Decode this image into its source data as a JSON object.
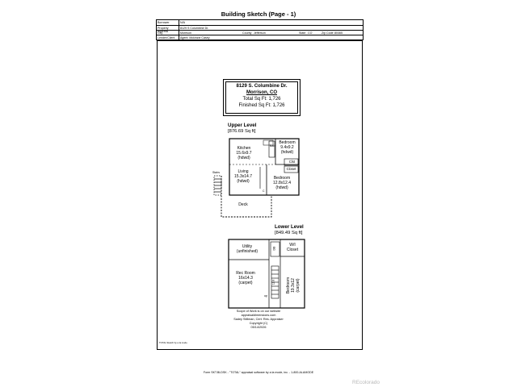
{
  "title": "Building Sketch (Page - 1)",
  "header": {
    "borrower_label": "Borrower",
    "borrower": "N/A",
    "address_label": "Property Address",
    "address": "8129 S Columbine Dr.",
    "city_label": "City",
    "city": "Morrison",
    "county_label": "County",
    "county": "Jefferson",
    "state_label": "State",
    "state": "CO",
    "zip_label": "Zip Code",
    "zip": "80465",
    "lender_label": "Lender/Client",
    "lender": "Agent: Mckinzie Casey"
  },
  "address_box": {
    "street": "8129 S. Columbine Dr.",
    "city": "Morrison, CO",
    "total_sqft": "Total Sq Ft: 1,726",
    "finished_sqft": "Finished Sq Ft: 1,726"
  },
  "upper": {
    "title": "Upper Level",
    "area": "[876.69 Sq ft]",
    "kitchen": [
      "Kitchen",
      "15.6x9.7",
      "(hdwd)"
    ],
    "bedroom1": [
      "Bedroom",
      "9.4x9.2",
      "(hdwd)"
    ],
    "living": [
      "Living",
      "15.3x14.7",
      "(hdwd)"
    ],
    "bedroom2": [
      "Bedroom",
      "12.8x12.4",
      "(hdwd)"
    ],
    "clst": "Clst",
    "closet": "Closet",
    "deck": "Deck",
    "bath_label": "Bath",
    "stairs_label": "Stairs",
    "c_label": "C"
  },
  "lower": {
    "title": "Lower Level",
    "area": "[849.49 Sq ft]",
    "utility": [
      "Utility",
      "(unfinished)"
    ],
    "wi_closet": [
      "W/I",
      "Closet"
    ],
    "rec_room": [
      "Rec Room",
      "16x14.3",
      "(carpet)"
    ],
    "bedroom": [
      "Bedroom",
      "19.3x12",
      "(carpet)"
    ],
    "hall_dim": "11.8",
    "bath_label": "DB",
    "up_label": "up"
  },
  "scope": [
    "Scope of Work is on our website",
    "appraisaldimensions.com",
    "Sadey Stillman, Cert. Res. Appraiser",
    "Copyright (C)",
    "05/14/2026"
  ],
  "bottom_note": "TOTAL Sketch by a la mode",
  "footer": "Form SKT.BLDSK - \"TOTAL\" appraisal software by a la mode, inc. - 1-800-ALAMODE",
  "credit": "REcolorado"
}
